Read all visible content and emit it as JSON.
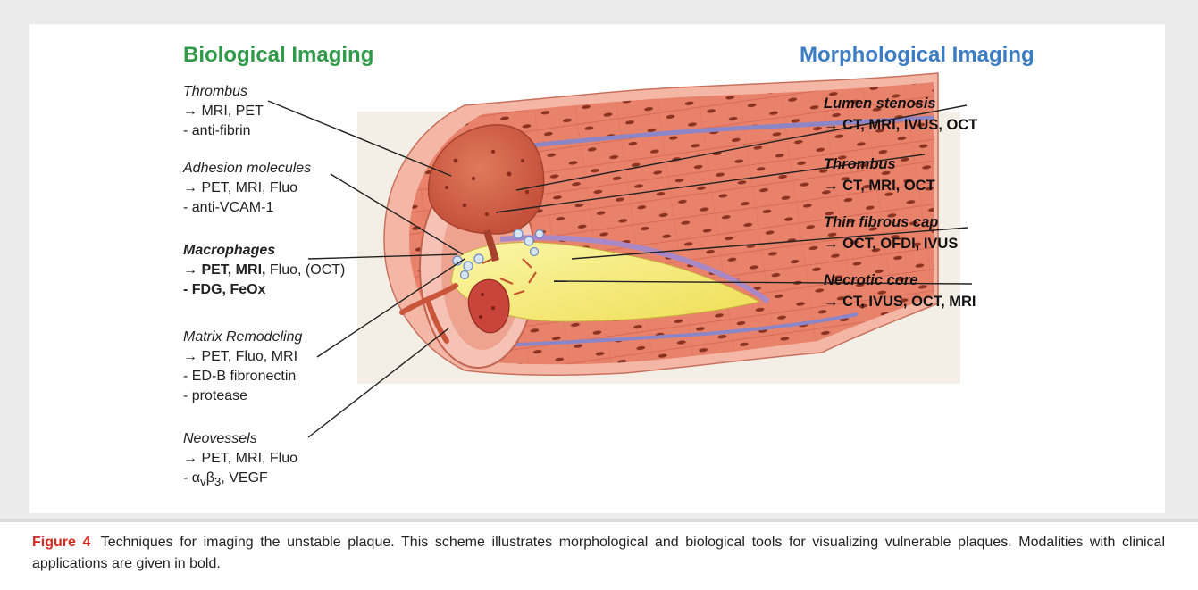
{
  "headings": {
    "biological": "Biological Imaging",
    "morphological": "Morphological Imaging"
  },
  "left_labels": {
    "thrombus": {
      "title": "Thrombus",
      "line1": "→ MRI, PET",
      "line2": "- anti-fibrin"
    },
    "adhesion": {
      "title": "Adhesion molecules",
      "line1": "→ PET, MRI, Fluo",
      "line2": "- anti-VCAM-1"
    },
    "macrophages": {
      "title": "Macrophages",
      "line1_bold": "→ PET, MRI,",
      "line1_rest": " Fluo, (OCT)",
      "line2_bold": "- FDG, FeOx"
    },
    "matrix": {
      "title": "Matrix Remodeling",
      "line1": "→ PET, Fluo, MRI",
      "line2": "- ED-B fibronectin",
      "line3": "- protease"
    },
    "neovessels": {
      "title": "Neovessels",
      "line1": "→ PET, MRI, Fluo",
      "line2_prefix": "- α",
      "line2_sub1": "v",
      "line2_mid": "β",
      "line2_sub2": "3",
      "line2_suffix": ", VEGF"
    }
  },
  "right_labels": {
    "lumen": {
      "title": "Lumen stenosis",
      "line1": "→ CT, MRI, IVUS, OCT"
    },
    "thrombus": {
      "title": "Thrombus",
      "line1": "→ CT, MRI, OCT"
    },
    "cap": {
      "title": "Thin fibrous cap",
      "line1": "→ OCT, OFDI, IVUS"
    },
    "necrotic": {
      "title": "Necrotic core",
      "line1": "→ CT, IVUS, OCT, MRI"
    }
  },
  "caption": {
    "label": "Figure 4",
    "text": "Techniques for imaging the unstable plaque. This scheme illustrates morphological and biological tools for visualizing vulnerable plaques. Modalities with clinical applications are given in bold."
  },
  "colors": {
    "biological_heading": "#2f9a47",
    "morphological_heading": "#3c7cc4",
    "figure_label": "#d9281f",
    "panel_background": "#ebebeb"
  }
}
